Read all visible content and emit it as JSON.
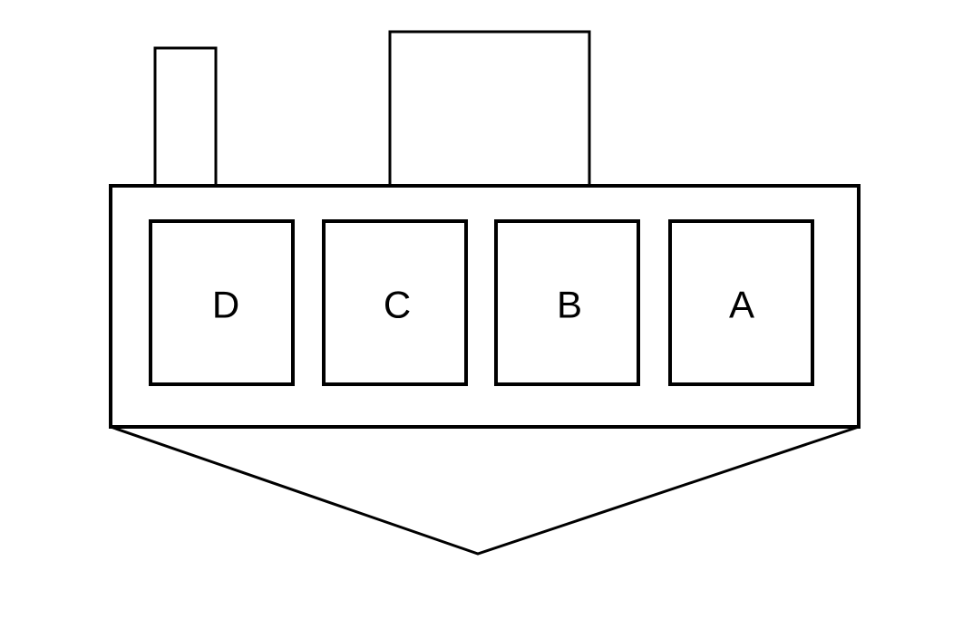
{
  "diagram": {
    "pins": [
      {
        "label": "D"
      },
      {
        "label": "C"
      },
      {
        "label": "B"
      },
      {
        "label": "A"
      }
    ],
    "colors": {
      "stroke": "#000000",
      "background": "#ffffff"
    }
  }
}
